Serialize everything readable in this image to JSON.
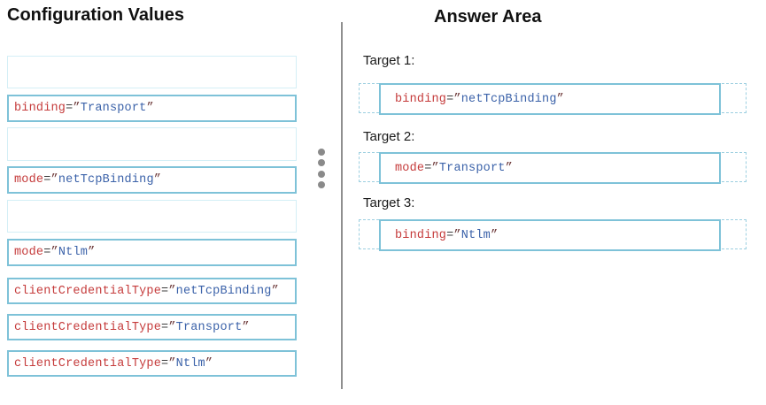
{
  "left_panel": {
    "title": "Configuration Values",
    "items": [
      {
        "kind": "empty-slot"
      },
      {
        "kind": "value",
        "name": "binding",
        "value": "Transport"
      },
      {
        "kind": "empty-slot"
      },
      {
        "kind": "value",
        "name": "mode",
        "value": "netTcpBinding"
      },
      {
        "kind": "empty-slot"
      },
      {
        "kind": "value",
        "name": "mode",
        "value": "Ntlm"
      },
      {
        "kind": "value",
        "name": "clientCredentialType",
        "value": "netTcpBinding"
      },
      {
        "kind": "value",
        "name": "clientCredentialType",
        "value": "Transport"
      },
      {
        "kind": "value",
        "name": "clientCredentialType",
        "value": "Ntlm"
      }
    ]
  },
  "right_panel": {
    "title": "Answer Area",
    "targets": [
      {
        "label": "Target 1:",
        "name": "binding",
        "value": "netTcpBinding"
      },
      {
        "label": "Target 2:",
        "name": "mode",
        "value": "Transport"
      },
      {
        "label": "Target 3:",
        "name": "binding",
        "value": "Ntlm"
      }
    ]
  },
  "syntax": {
    "equals": "=",
    "open_quote": "”",
    "close_quote": "”"
  },
  "colors": {
    "attribute_name": "#c53b3b",
    "attribute_value": "#3b62a9",
    "punctuation": "#3c3c3c",
    "quote_mark": "#6e3a3a",
    "filled_box_border": "#7ec2d8",
    "empty_slot_border": "#d4eff6",
    "drop_zone_dashed_border": "#9ccfe0",
    "divider_gray": "#8f8f8f",
    "ellipsis_dot_gray": "#8a8a8a"
  }
}
